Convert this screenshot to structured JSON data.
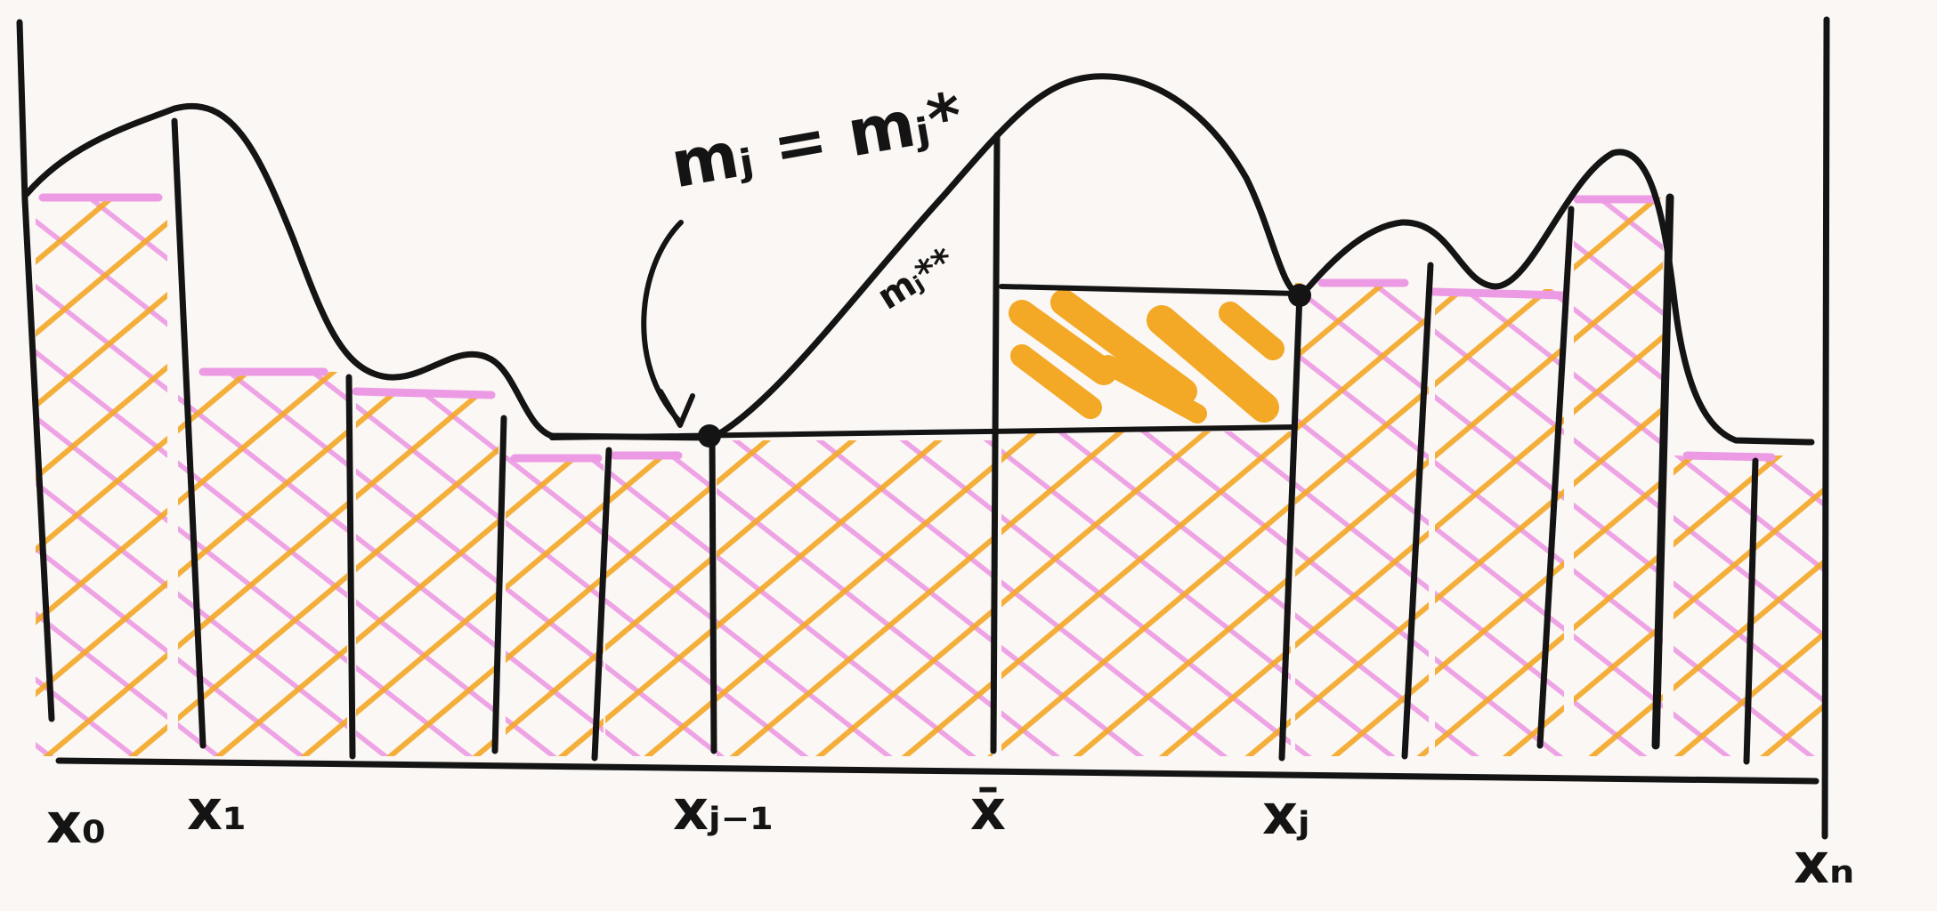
{
  "labels": {
    "x0": "x₀",
    "x1": "x₁",
    "xj_minus_1": "xⱼ₋₁",
    "x_bar": "x̄",
    "xj": "xⱼ",
    "xn": "xₙ",
    "mj_eq": "mⱼ = mⱼ*",
    "mj_starstar": "mⱼ**"
  },
  "colors": {
    "ink": "#141414",
    "pink": "#ec9ae4",
    "orange": "#f3a826",
    "paper": "#fbf7f4"
  }
}
